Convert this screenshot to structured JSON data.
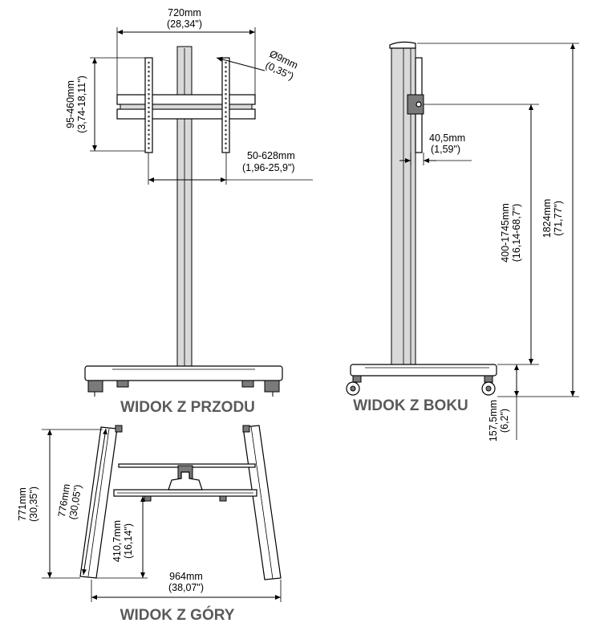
{
  "front": {
    "width_mm": "720mm",
    "width_in": "(28,34\")",
    "hole_mm": "Ø9mm",
    "hole_in": "(0,35\")",
    "vesa_v_mm": "95-460mm",
    "vesa_v_in": "(3,74-18,11\")",
    "vesa_h_mm": "50-628mm",
    "vesa_h_in": "(1,96-25,9\")",
    "label": "WIDOK Z PRZODU"
  },
  "side": {
    "depth_mm": "40,5mm",
    "depth_in": "(1,59\")",
    "range_mm": "400-1745mm",
    "range_in": "(16,14-68,7\")",
    "total_mm": "1824mm",
    "total_in": "(71,77\")",
    "base_mm": "157,5mm",
    "base_in": "(6,2\")",
    "label": "WIDOK Z BOKU"
  },
  "top": {
    "d771_mm": "771mm",
    "d771_in": "(30,35\")",
    "d776_mm": "776mm",
    "d776_in": "(30,05\")",
    "d410_mm": "410,7mm",
    "d410_in": "(16,14\")",
    "d964_mm": "964mm",
    "d964_in": "(38,07\")",
    "label": "WIDOK Z GÓRY"
  }
}
